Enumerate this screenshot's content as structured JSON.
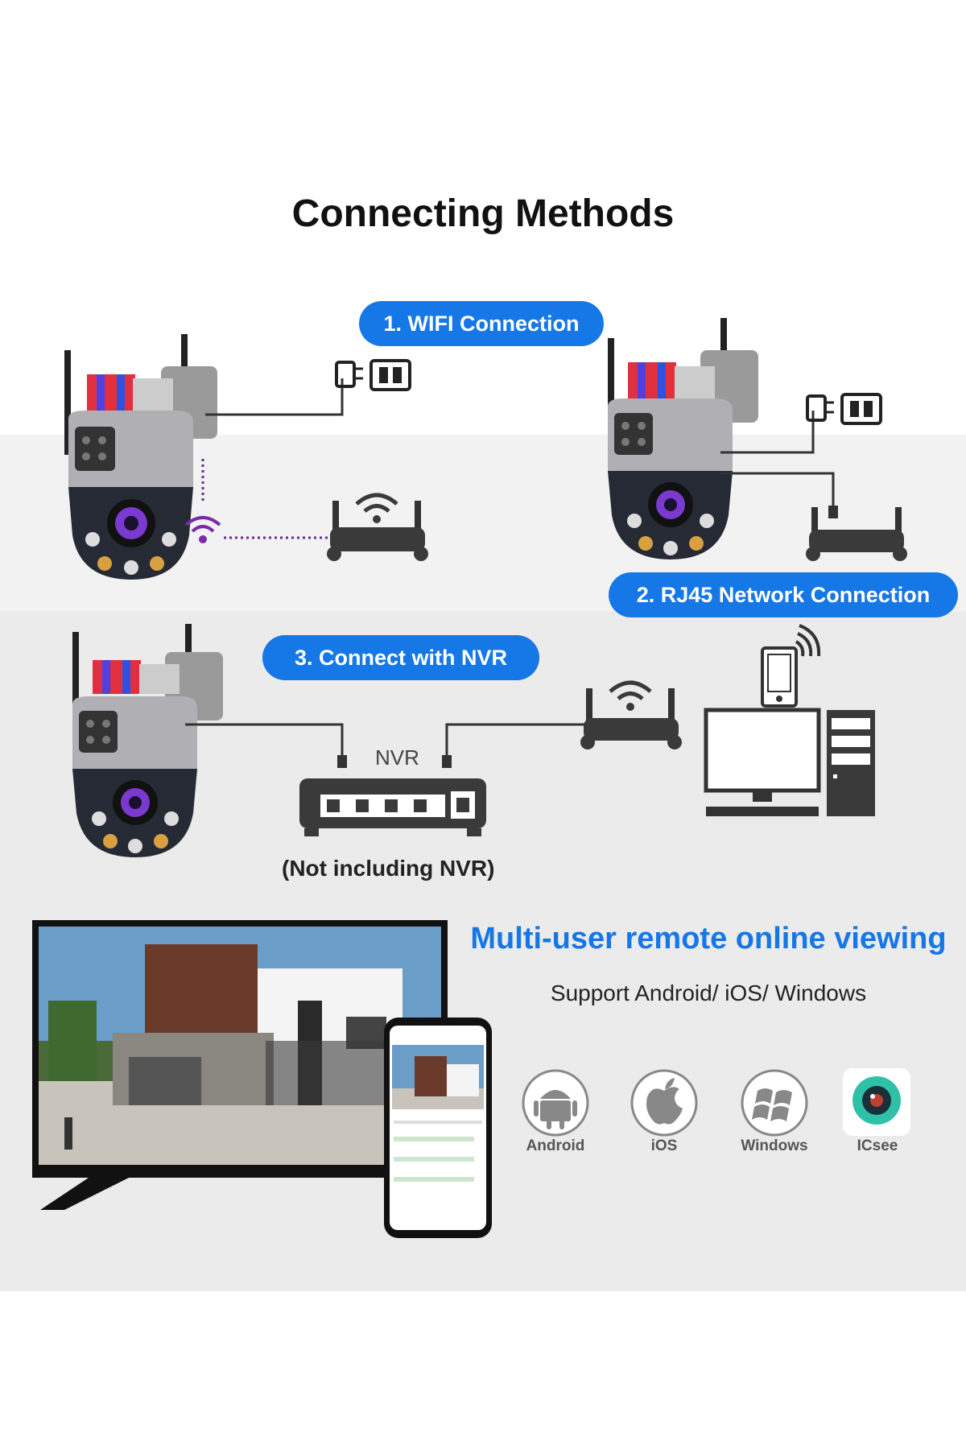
{
  "title": "Connecting Methods",
  "methods": [
    {
      "label": "1. WIFI Connection"
    },
    {
      "label": "2. RJ45 Network Connection"
    },
    {
      "label": "3. Connect with NVR"
    }
  ],
  "nvr": {
    "label": "NVR",
    "note": "(Not including NVR)"
  },
  "viewing": {
    "heading": "Multi-user remote online viewing",
    "support": "Support Android/ iOS/ Windows",
    "apps": [
      {
        "label": "Android",
        "icon": "android-icon"
      },
      {
        "label": "iOS",
        "icon": "apple-icon"
      },
      {
        "label": "Windows",
        "icon": "windows-icon"
      },
      {
        "label": "ICsee",
        "icon": "icsee-icon"
      }
    ]
  },
  "colors": {
    "accent": "#1677e6",
    "device": "#3a3a3a",
    "wifi_signal": "#7a2aa8"
  }
}
